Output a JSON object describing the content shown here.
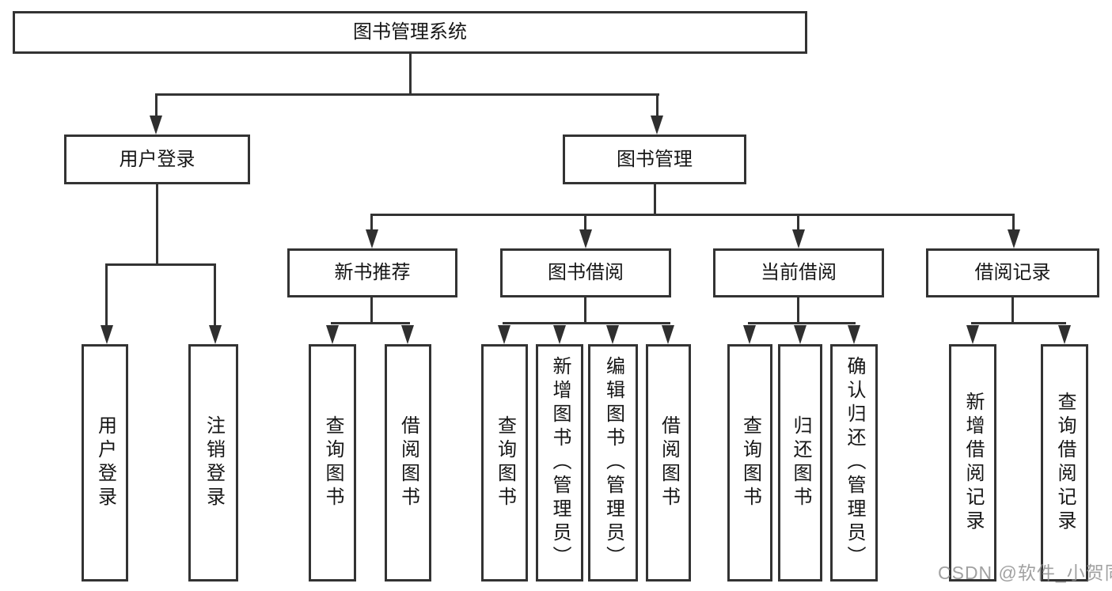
{
  "diagram_title": "图书管理系统",
  "tree": {
    "label": "图书管理系统",
    "children": [
      {
        "label": "用户登录",
        "children": [
          {
            "label": "用户登录"
          },
          {
            "label": "注销登录"
          }
        ]
      },
      {
        "label": "图书管理",
        "children": [
          {
            "label": "新书推荐",
            "children": [
              {
                "label": "查询图书"
              },
              {
                "label": "借阅图书"
              }
            ]
          },
          {
            "label": "图书借阅",
            "children": [
              {
                "label": "查询图书"
              },
              {
                "label": "新增图书（管理员）"
              },
              {
                "label": "编辑图书（管理员）"
              },
              {
                "label": "借阅图书"
              }
            ]
          },
          {
            "label": "当前借阅",
            "children": [
              {
                "label": "查询图书"
              },
              {
                "label": "归还图书"
              },
              {
                "label": "确认归还（管理员）"
              }
            ]
          },
          {
            "label": "借阅记录",
            "children": [
              {
                "label": "新增借阅记录"
              },
              {
                "label": "查询借阅记录"
              }
            ]
          }
        ]
      }
    ]
  },
  "watermark": {
    "text": "CSDN @软件_小贺同学"
  },
  "colors": {
    "line": "#333333",
    "border": "#333333",
    "text": "#161616",
    "watermark": "#919191",
    "background": "#ffffff"
  }
}
